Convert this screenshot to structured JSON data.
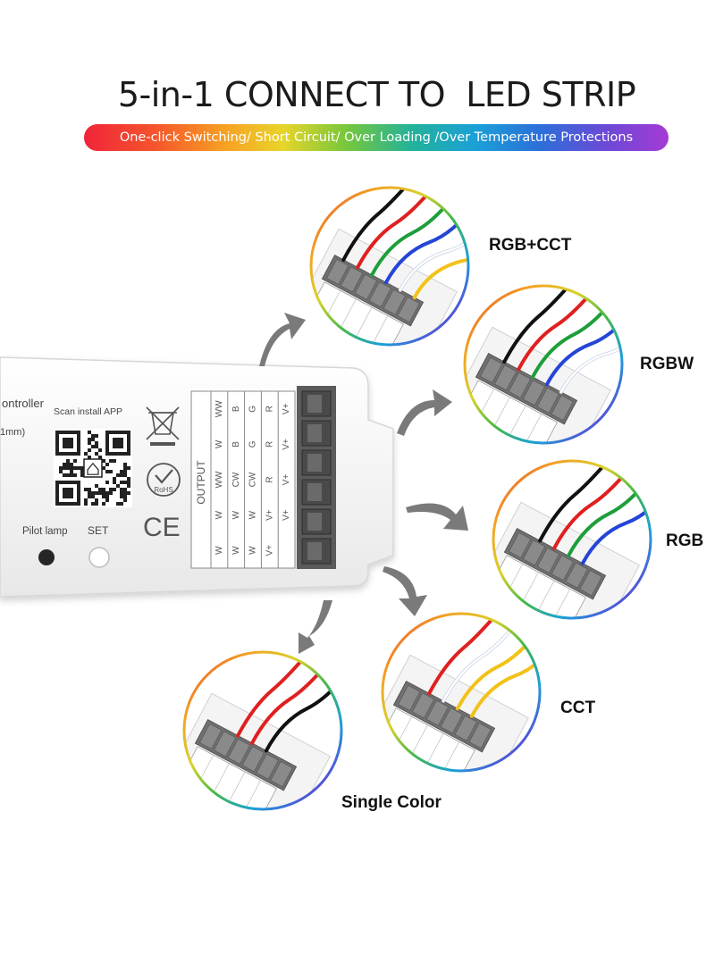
{
  "headline": "5-in-1 CONNECT TO  LED STRIP",
  "banner": "One-click Switching/ Short Circuit/ Over Loading /Over Temperature Protections",
  "controller": {
    "name_fragment": "ontroller",
    "size_fragment": "1mm)",
    "scan_text": "Scan install APP",
    "pilot_lamp": "Pilot lamp",
    "set_button": "SET",
    "rohs": "RoHS",
    "ce_mark": "CE",
    "output_label": "OUTPUT",
    "terminal_columns": [
      [
        "W",
        "W",
        "WW",
        "W",
        "WW"
      ],
      [
        "W",
        "W",
        "CW",
        "B",
        "B"
      ],
      [
        "W",
        "W",
        "CW",
        "G",
        "G"
      ],
      [
        "V+",
        "V+",
        "R",
        "R",
        "R"
      ],
      [
        "",
        "V+",
        "V+",
        "V+",
        "V+"
      ]
    ]
  },
  "modes": [
    {
      "label": "RGB+CCT",
      "id": "rgbcct",
      "wires": [
        "#111111",
        "#e02020",
        "#1e9e3a",
        "#2445d6",
        "#ffffff",
        "#f2c21a"
      ]
    },
    {
      "label": "RGBW",
      "id": "rgbw",
      "wires": [
        "#111111",
        "#e02020",
        "#1e9e3a",
        "#2445d6",
        "#ffffff"
      ]
    },
    {
      "label": "RGB",
      "id": "rgb",
      "wires": [
        "#111111",
        "#e02020",
        "#1e9e3a",
        "#2445d6"
      ]
    },
    {
      "label": "CCT",
      "id": "cct",
      "wires": [
        "#e02020",
        "#ffffff",
        "#f2c21a",
        "#f2c21a"
      ]
    },
    {
      "label": "Single Color",
      "id": "single",
      "wires": [
        "#e02020",
        "#e02020",
        "#111111"
      ]
    }
  ],
  "colors": {
    "arrow": "#7a7a7a",
    "connector": "#6e6e6e",
    "terminal": "#5a5a5a",
    "housing": "#f6f6f6"
  }
}
